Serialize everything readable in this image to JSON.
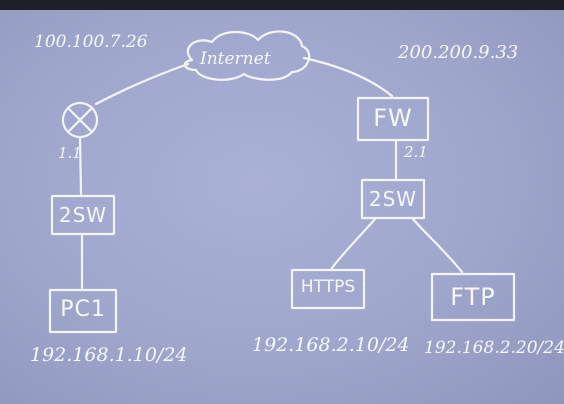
{
  "diagram": {
    "cloud_label": "Internet",
    "router_public_ip": "100.100.7.26",
    "firewall_public_ip": "200.200.9.33",
    "router_port": "1.1",
    "firewall_port": "2.1",
    "firewall_label": "FW",
    "left_switch_label": "2SW",
    "right_switch_label": "2SW",
    "pc_label": "PC1",
    "https_label": "HTTPS",
    "ftp_label": "FTP",
    "pc_subnet": "192.168.1.10/24",
    "https_subnet": "192.168.2.10/24",
    "ftp_subnet": "192.168.2.20/24"
  },
  "colors": {
    "board": "#9ea6cc",
    "chalk": "#f4f5fb"
  }
}
